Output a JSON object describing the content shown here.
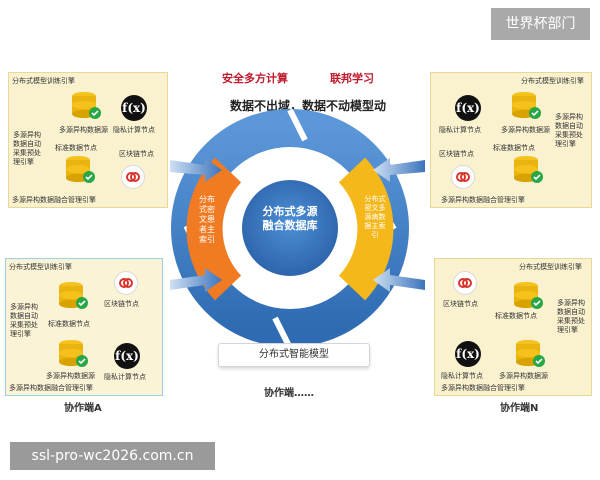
{
  "badge": "世界杯部门",
  "footer_url": "ssl-pro-wc2026.com.cn",
  "headline": {
    "left": "安全多方计算",
    "right": "联邦学习"
  },
  "subline": "数据不出域，数据不动模型动",
  "center": {
    "title": "分布式多源融合数据库",
    "left_arc": "分布式密文患者主索引",
    "right_arc": "分布式密文多源病数据主索引",
    "model": "分布式智能模型",
    "bottom_label": "协作端……"
  },
  "panels": {
    "top_left": {
      "title": "分布式模型训练引擎",
      "left_note": "多源异构数据自动采集预处理引擎",
      "db1": "多源异构数据源",
      "db2": "标准数据节点",
      "fx": "隐私计算节点",
      "chain": "区块链节点",
      "bottom": "多源异构数据融合管理引擎"
    },
    "top_right": {
      "title": "分布式模型训练引擎",
      "right_note": "多源异构数据自动采集预处理引擎",
      "fx": "隐私计算节点",
      "db1": "多源异构数据源",
      "chain": "区块链节点",
      "db2": "标准数据节点",
      "bottom": "多源异构数据融合管理引擎"
    },
    "bottom_left": {
      "title": "分布式模型训练引擎",
      "left_note": "多源异构数据自动采集预处理引擎",
      "db1": "标准数据节点",
      "chain": "区块链节点",
      "db2": "多源异构数据源",
      "fx": "隐私计算节点",
      "bottom": "多源异构数据融合管理引擎",
      "caption": "协作端A"
    },
    "bottom_right": {
      "title": "分布式模型训练引擎",
      "chain": "区块链节点",
      "db1": "标准数据节点",
      "right_note": "多源异构数据自动采集预处理引擎",
      "fx": "隐私计算节点",
      "db2": "多源异构数据源",
      "bottom": "多源异构数据融合管理引擎",
      "caption": "协作端N"
    }
  },
  "icons": {
    "fx": "f(x)",
    "check": "✓"
  },
  "colors": {
    "blue": "#3e7cc4",
    "orange": "#f07b23",
    "yellow": "#f5b81b",
    "red": "#c0192c"
  }
}
